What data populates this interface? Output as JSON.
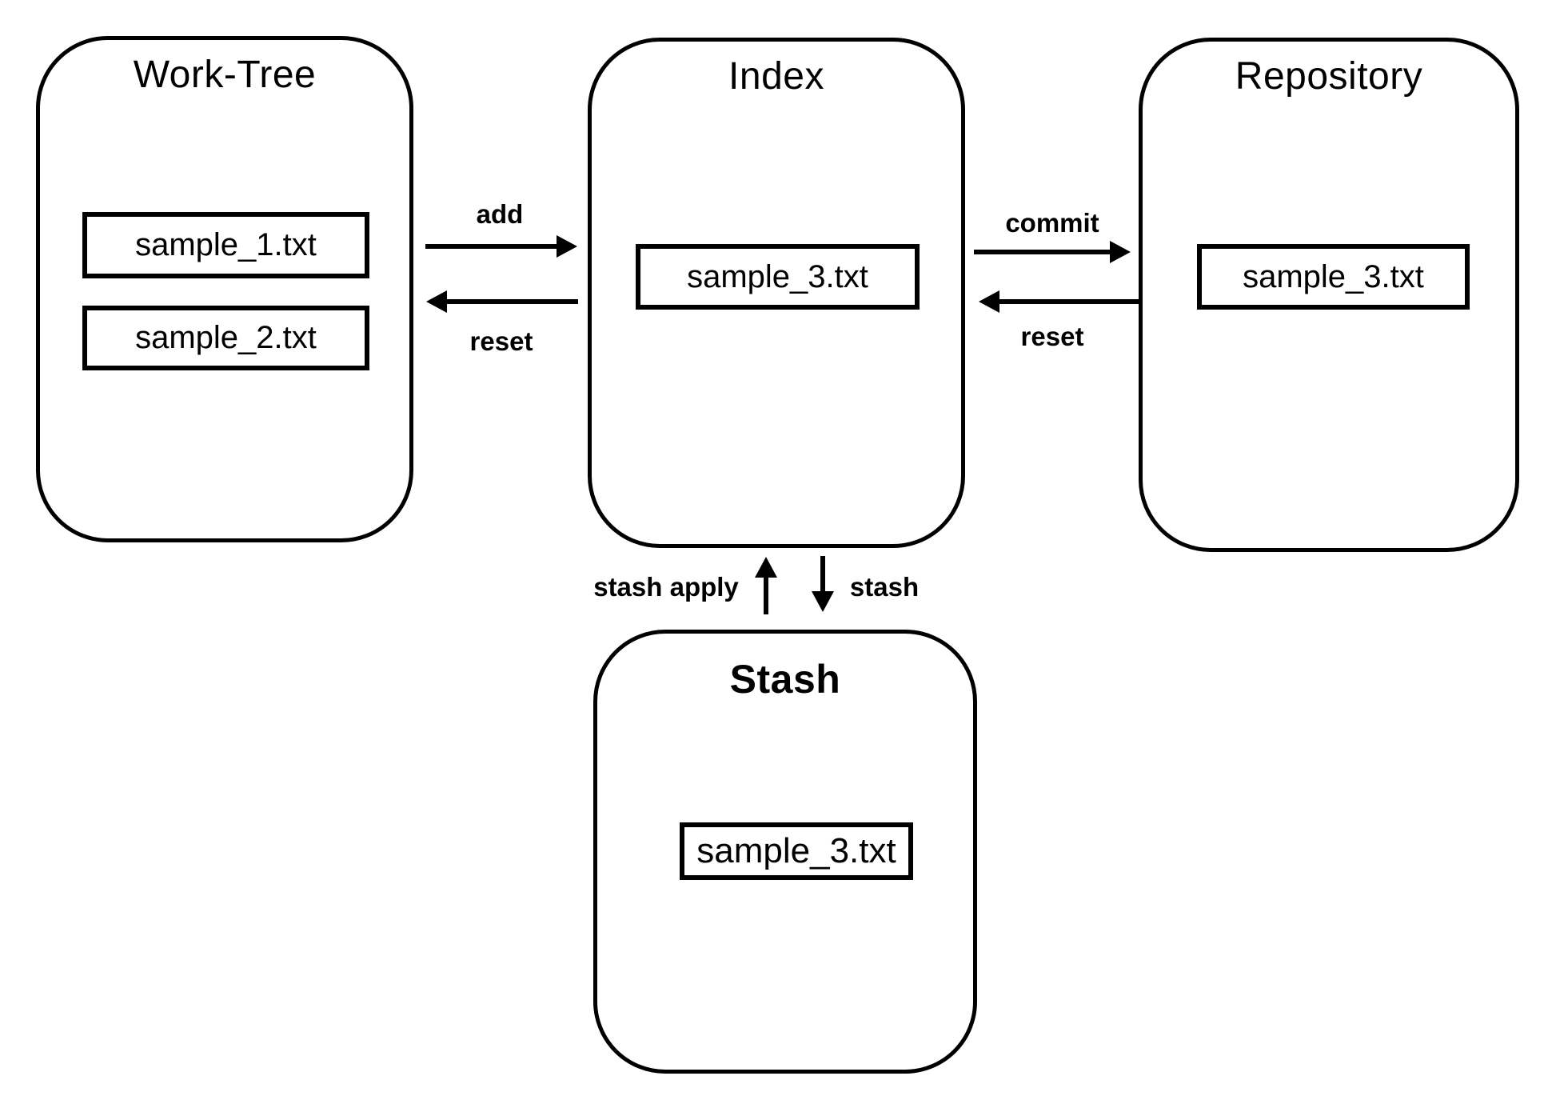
{
  "colors": {
    "background": "#ffffff",
    "stroke": "#000000"
  },
  "boxes": {
    "work_tree": {
      "title": "Work-Tree",
      "files": [
        "sample_1.txt",
        "sample_2.txt"
      ]
    },
    "index": {
      "title": "Index",
      "files": [
        "sample_3.txt"
      ]
    },
    "repository": {
      "title": "Repository",
      "files": [
        "sample_3.txt"
      ]
    },
    "stash": {
      "title": "Stash",
      "files": [
        "sample_3.txt"
      ]
    }
  },
  "arrow_labels": {
    "add": "add",
    "reset_index_to_worktree": "reset",
    "commit": "commit",
    "reset_repository_to_index": "reset",
    "stash_apply": "stash apply",
    "stash": "stash"
  }
}
